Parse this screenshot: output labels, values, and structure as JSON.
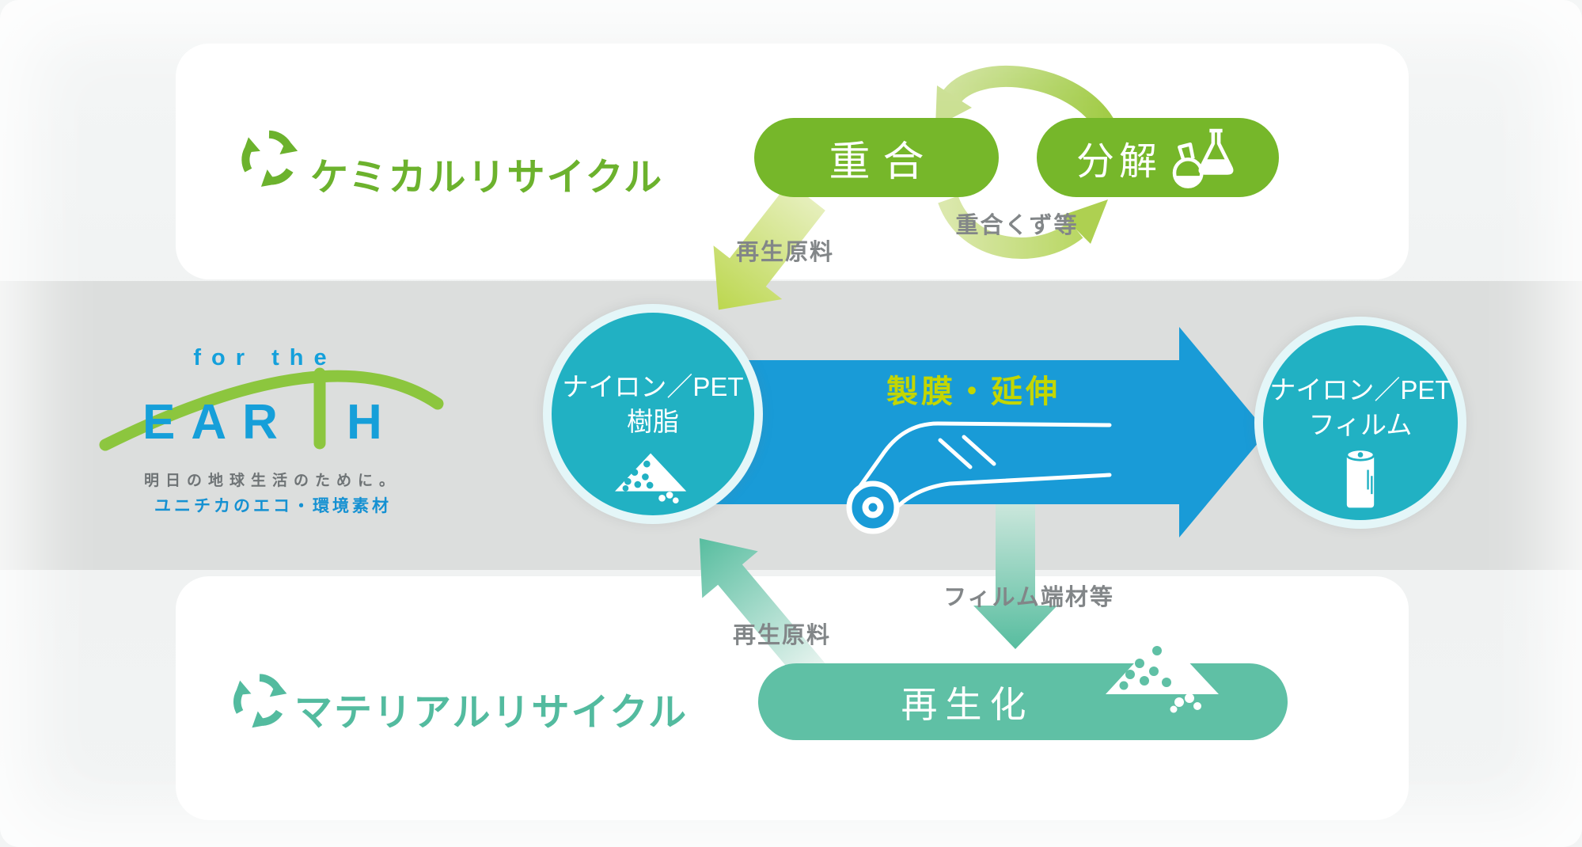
{
  "chemical_box": {
    "title": "ケミカルリサイクル",
    "polymerization_label": "重合",
    "decomposition_label": "分解",
    "cycle_label": "重合くず等",
    "output_label": "再生原料"
  },
  "logo": {
    "line1": "for the",
    "earth_left": "EAR",
    "earth_right": "H",
    "tagline": "明日の地球生活のために。",
    "brand": "ユニチカのエコ・環境素材"
  },
  "flow": {
    "resin_circle": {
      "line1": "ナイロン／PET",
      "line2": "樹脂"
    },
    "process_label": "製膜・延伸",
    "film_circle": {
      "line1": "ナイロン／PET",
      "line2": "フィルム"
    }
  },
  "material_box": {
    "title": "マテリアルリサイクル",
    "regeneration_label": "再生化",
    "input_label": "フィルム端材等",
    "output_label": "再生原料"
  },
  "colors": {
    "chemical_green_text": "#6cb22d",
    "chemical_pill_green": "#76b72a",
    "light_green_arrow": "#bcd75a",
    "teal_circle": "#21b1c3",
    "blue_arrow": "#199bd7",
    "process_label_yellow_green": "#c3d600",
    "material_teal_pill": "#5fc0a5",
    "material_teal_text": "#53bb9f",
    "gray_label": "#828688",
    "logo_blue": "#169fd9",
    "logo_green": "#8cc63e",
    "gray_band": "#dcdedd"
  }
}
